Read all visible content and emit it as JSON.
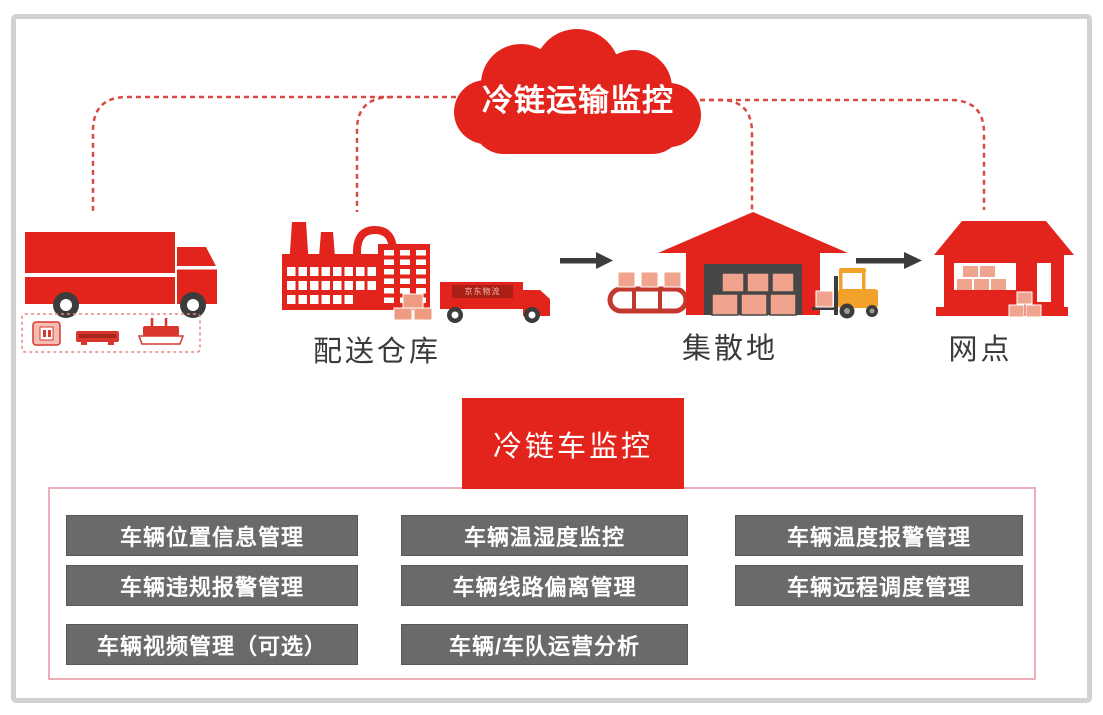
{
  "diagram": {
    "cloud": {
      "label": "冷链运输监控"
    },
    "nodes": [
      {
        "label": "配送仓库"
      },
      {
        "label": "集散地"
      },
      {
        "label": "网点"
      }
    ],
    "truck_sign": "京东物流"
  },
  "monitor": {
    "title": "冷链车监控",
    "columns": [
      {
        "items": [
          {
            "label": "车辆位置信息管理"
          },
          {
            "label": "车辆违规报警管理"
          },
          {
            "label": "车辆视频管理（可选）"
          }
        ]
      },
      {
        "items": [
          {
            "label": "车辆温湿度监控"
          },
          {
            "label": "车辆线路偏离管理"
          },
          {
            "label": "车辆/车队运营分析"
          }
        ]
      },
      {
        "items": [
          {
            "label": "车辆温度报警管理"
          },
          {
            "label": "车辆远程调度管理"
          }
        ]
      }
    ]
  },
  "colors": {
    "red": "#e3241c",
    "salmon": "#f0a48e",
    "button_gray": "#6a6a6a",
    "panel_border": "#ecafba",
    "frame_gray": "#d2d2d2",
    "arrow_dark": "#3c3c3c",
    "forklift_yellow": "#f2a12b",
    "dashed_line": "#d94a42"
  }
}
